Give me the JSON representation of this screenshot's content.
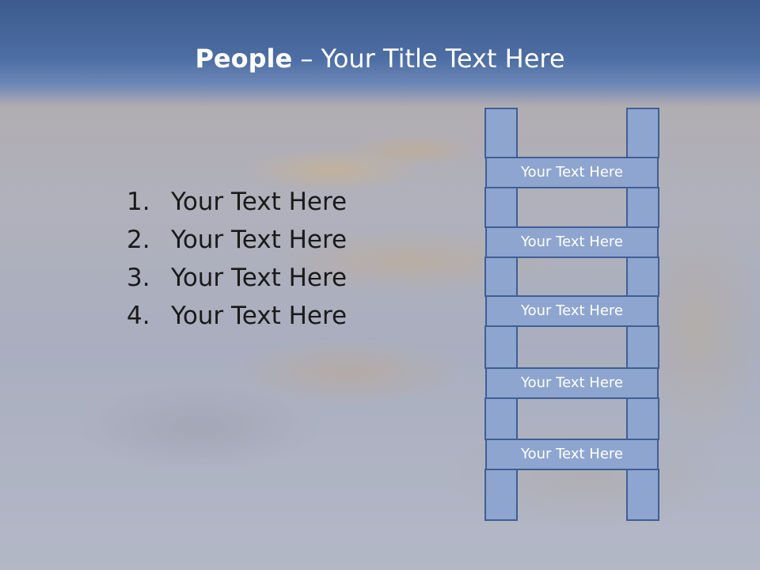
{
  "slide": {
    "title_bold": "People",
    "title_rest": " – Your Title Text Here"
  },
  "list": {
    "items": [
      {
        "number": "1.",
        "text": "Your Text Here"
      },
      {
        "number": "2.",
        "text": "Your Text Here"
      },
      {
        "number": "3.",
        "text": "Your Text Here"
      },
      {
        "number": "4.",
        "text": "Your Text Here"
      }
    ]
  },
  "ladder": {
    "rungs": [
      "Your Text Here",
      "Your Text Here",
      "Your Text Here",
      "Your Text Here",
      "Your Text Here"
    ]
  },
  "colors": {
    "title_band": "#4d6ea4",
    "ladder_fill": "#8ea5cf",
    "ladder_border": "#3f5f94",
    "title_text": "#ffffff",
    "body_text": "#1a1a1a"
  }
}
